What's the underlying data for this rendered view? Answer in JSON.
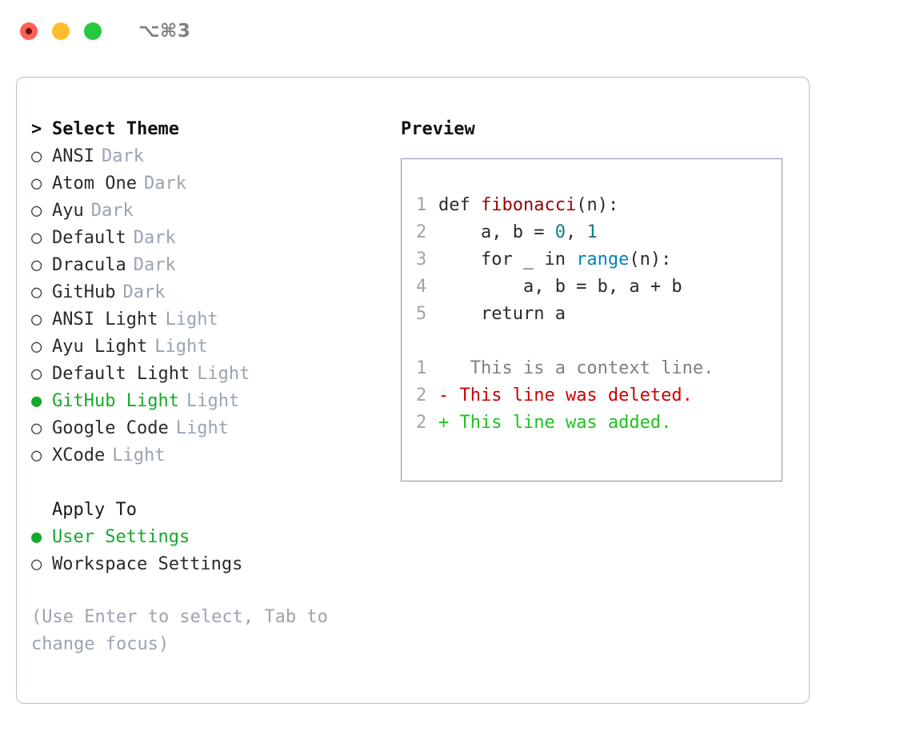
{
  "window": {
    "shortcut": "⌥⌘3",
    "traffic_lights": [
      {
        "name": "close",
        "color": "#ff5f56"
      },
      {
        "name": "minimize",
        "color": "#ffbd2e"
      },
      {
        "name": "maximize",
        "color": "#27c93f"
      }
    ]
  },
  "theme_picker": {
    "header": {
      "marker": ">",
      "label": "Select Theme"
    },
    "unselected_marker": "○",
    "selected_marker": "●",
    "items": [
      {
        "marker": "○",
        "label": "ANSI",
        "tag": "Dark",
        "selected": false
      },
      {
        "marker": "○",
        "label": "Atom One",
        "tag": "Dark",
        "selected": false
      },
      {
        "marker": "○",
        "label": "Ayu",
        "tag": "Dark",
        "selected": false
      },
      {
        "marker": "○",
        "label": "Default",
        "tag": "Dark",
        "selected": false
      },
      {
        "marker": "○",
        "label": "Dracula",
        "tag": "Dark",
        "selected": false
      },
      {
        "marker": "○",
        "label": "GitHub",
        "tag": "Dark",
        "selected": false
      },
      {
        "marker": "○",
        "label": "ANSI Light",
        "tag": "Light",
        "selected": false
      },
      {
        "marker": "○",
        "label": "Ayu Light",
        "tag": "Light",
        "selected": false
      },
      {
        "marker": "○",
        "label": "Default Light",
        "tag": "Light",
        "selected": false
      },
      {
        "marker": "●",
        "label": "GitHub Light",
        "tag": "Light",
        "selected": true
      },
      {
        "marker": "○",
        "label": "Google Code",
        "tag": "Light",
        "selected": false
      },
      {
        "marker": "○",
        "label": "XCode",
        "tag": "Light",
        "selected": false
      }
    ]
  },
  "apply_to": {
    "title": "Apply To",
    "options": [
      {
        "marker": "●",
        "label": "User Settings",
        "selected": true
      },
      {
        "marker": "○",
        "label": "Workspace Settings",
        "selected": false
      }
    ]
  },
  "hint": "(Use Enter to select, Tab to change focus)",
  "preview": {
    "title": "Preview",
    "code_lines": [
      {
        "no": "1",
        "parts": [
          {
            "text": "def ",
            "tok": "plain"
          },
          {
            "text": "fibonacci",
            "tok": "fn"
          },
          {
            "text": "(n):",
            "tok": "plain"
          }
        ]
      },
      {
        "no": "2",
        "parts": [
          {
            "text": "    a, b = ",
            "tok": "plain"
          },
          {
            "text": "0",
            "tok": "num"
          },
          {
            "text": ", ",
            "tok": "plain"
          },
          {
            "text": "1",
            "tok": "num"
          }
        ]
      },
      {
        "no": "3",
        "parts": [
          {
            "text": "    for _ in ",
            "tok": "plain"
          },
          {
            "text": "range",
            "tok": "builtin"
          },
          {
            "text": "(n):",
            "tok": "plain"
          }
        ]
      },
      {
        "no": "4",
        "parts": [
          {
            "text": "        a, b = b, a + b",
            "tok": "plain"
          }
        ]
      },
      {
        "no": "5",
        "parts": [
          {
            "text": "    return a",
            "tok": "plain"
          }
        ]
      }
    ],
    "diff_lines": [
      {
        "no": "1",
        "sign": " ",
        "text": "  This is a context line.",
        "kind": "ctx"
      },
      {
        "no": "2",
        "sign": "-",
        "text": " This line was deleted.",
        "kind": "del"
      },
      {
        "no": "2",
        "sign": "+",
        "text": " This line was added.",
        "kind": "add"
      }
    ]
  },
  "colors": {
    "accent_green": "#14aa2a",
    "muted": "#9aa4b2",
    "panel_border": "#b8bfca",
    "preview_border": "#8b95a5",
    "diff_add": "#1ec21e",
    "diff_del": "#cc0000",
    "token_function": "#990000",
    "token_number": "#0d8080",
    "token_builtin": "#0086b3"
  }
}
